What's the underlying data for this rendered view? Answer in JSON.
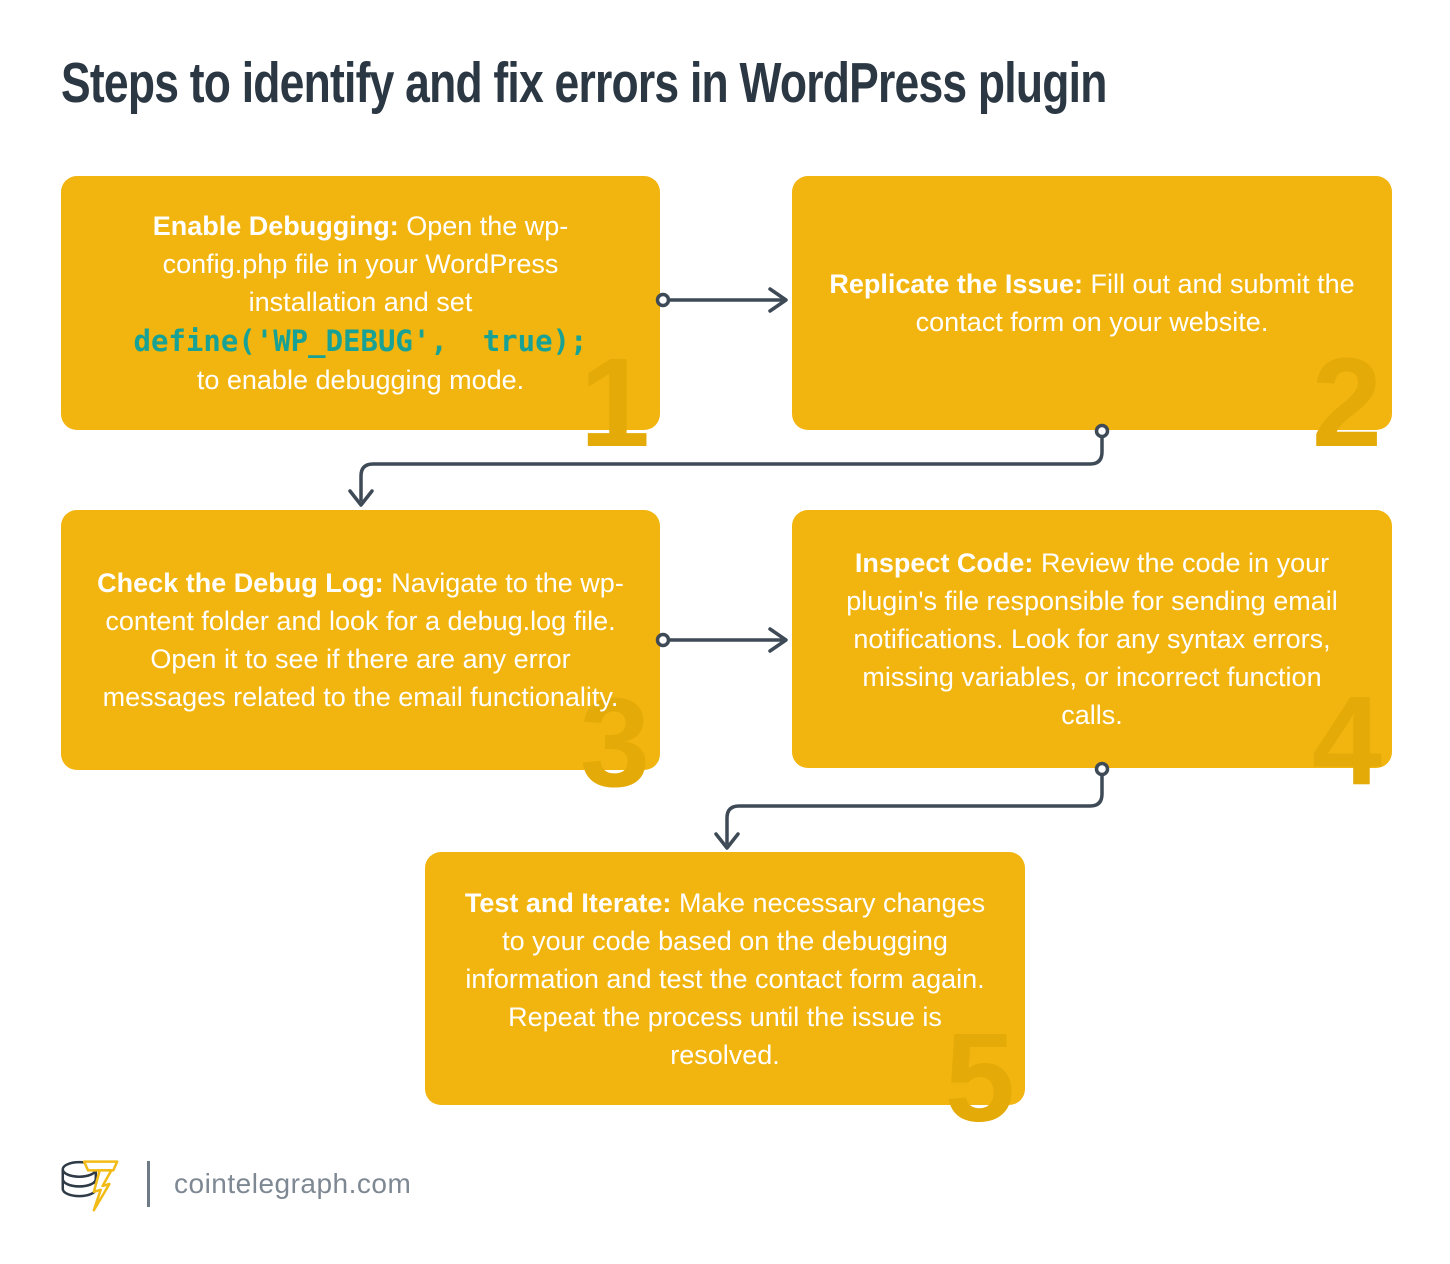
{
  "page": {
    "title": "Steps to identify and fix errors in WordPress plugin"
  },
  "steps": [
    {
      "number": "1",
      "label": "Enable Debugging:",
      "text": " Open the wp-config.php file in your WordPress installation and set",
      "code": "define('WP_DEBUG',  true);",
      "text_after": "to enable debugging mode."
    },
    {
      "number": "2",
      "label": "Replicate the Issue:",
      "text": " Fill out and submit the contact form on your website."
    },
    {
      "number": "3",
      "label": "Check the Debug Log:",
      "text": " Navigate to the wp-content folder and look for a debug.log file. Open it to see if there are any error messages related to the email functionality."
    },
    {
      "number": "4",
      "label": "Inspect Code:",
      "text": " Review the code in your plugin's file responsible for sending email notifications. Look for any syntax errors, missing variables, or incorrect function calls."
    },
    {
      "number": "5",
      "label": "Test and Iterate:",
      "text": " Make necessary changes to your code based on the debugging information and test the contact form again. Repeat the process until the issue is resolved."
    }
  ],
  "footer": {
    "site_label": "cointelegraph.com",
    "logo_icon": "cointelegraph-coin-bolt-logo"
  },
  "colors": {
    "card": "#F2B40E",
    "card_number": "#E4AA07",
    "code_text": "#18A295",
    "connector": "#3E4A56",
    "title": "#2B3743",
    "footer_text": "#7E8893"
  }
}
